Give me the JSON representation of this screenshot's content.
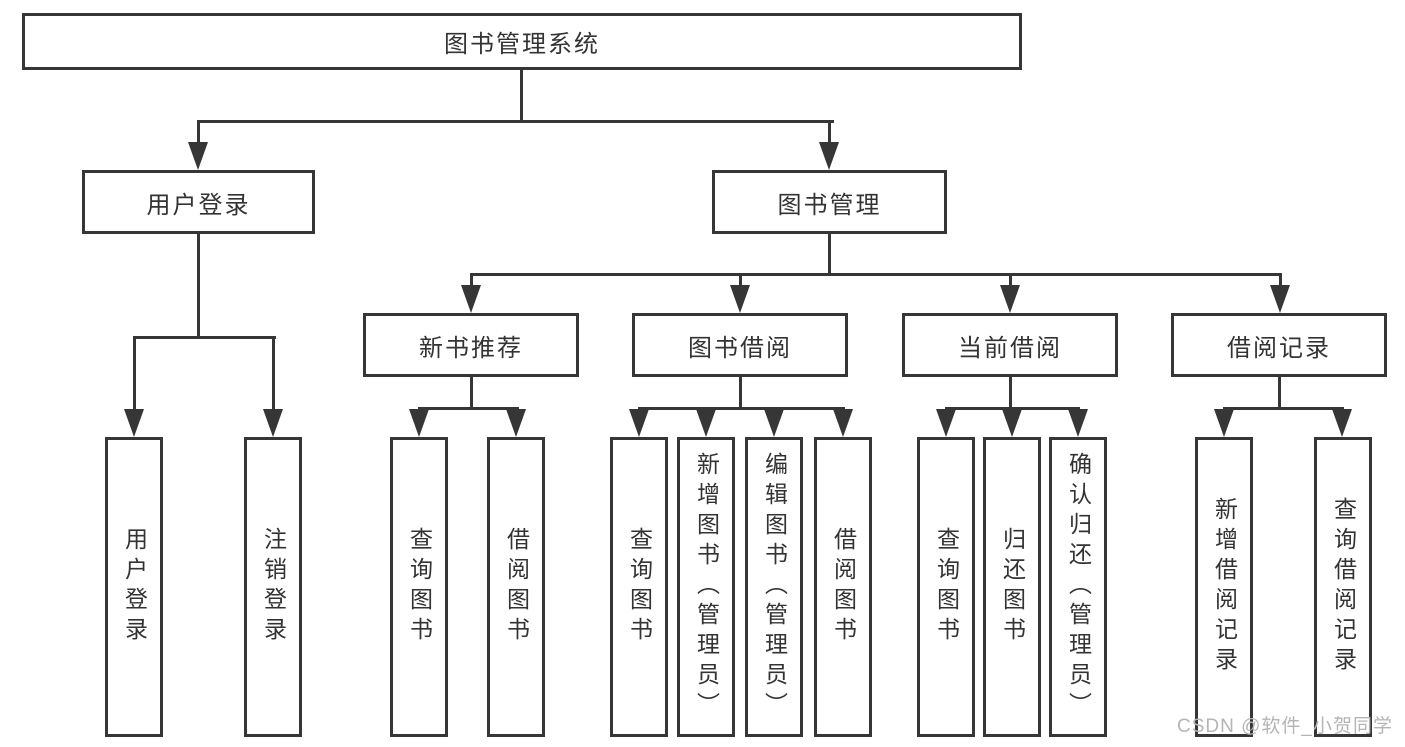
{
  "diagram": {
    "root": {
      "label": "图书管理系统"
    },
    "level2": [
      {
        "label": "用户登录"
      },
      {
        "label": "图书管理"
      }
    ],
    "level3": [
      {
        "label": "新书推荐"
      },
      {
        "label": "图书借阅"
      },
      {
        "label": "当前借阅"
      },
      {
        "label": "借阅记录"
      }
    ],
    "leaves": {
      "user_login": [
        "用户登录",
        "注销登录"
      ],
      "new_book_recommend": [
        "查询图书",
        "借阅图书"
      ],
      "book_borrow": [
        "查询图书",
        "新增图书（管理员）",
        "编辑图书（管理员）",
        "借阅图书"
      ],
      "current_borrow": [
        "查询图书",
        "归还图书",
        "确认归还（管理员）"
      ],
      "borrow_records": [
        "新增借阅记录",
        "查询借阅记录"
      ]
    }
  },
  "watermark": "CSDN @软件_小贺同学",
  "colors": {
    "line": "#363636",
    "text": "#333333",
    "watermark": "#b5b5b5",
    "background": "#ffffff"
  }
}
